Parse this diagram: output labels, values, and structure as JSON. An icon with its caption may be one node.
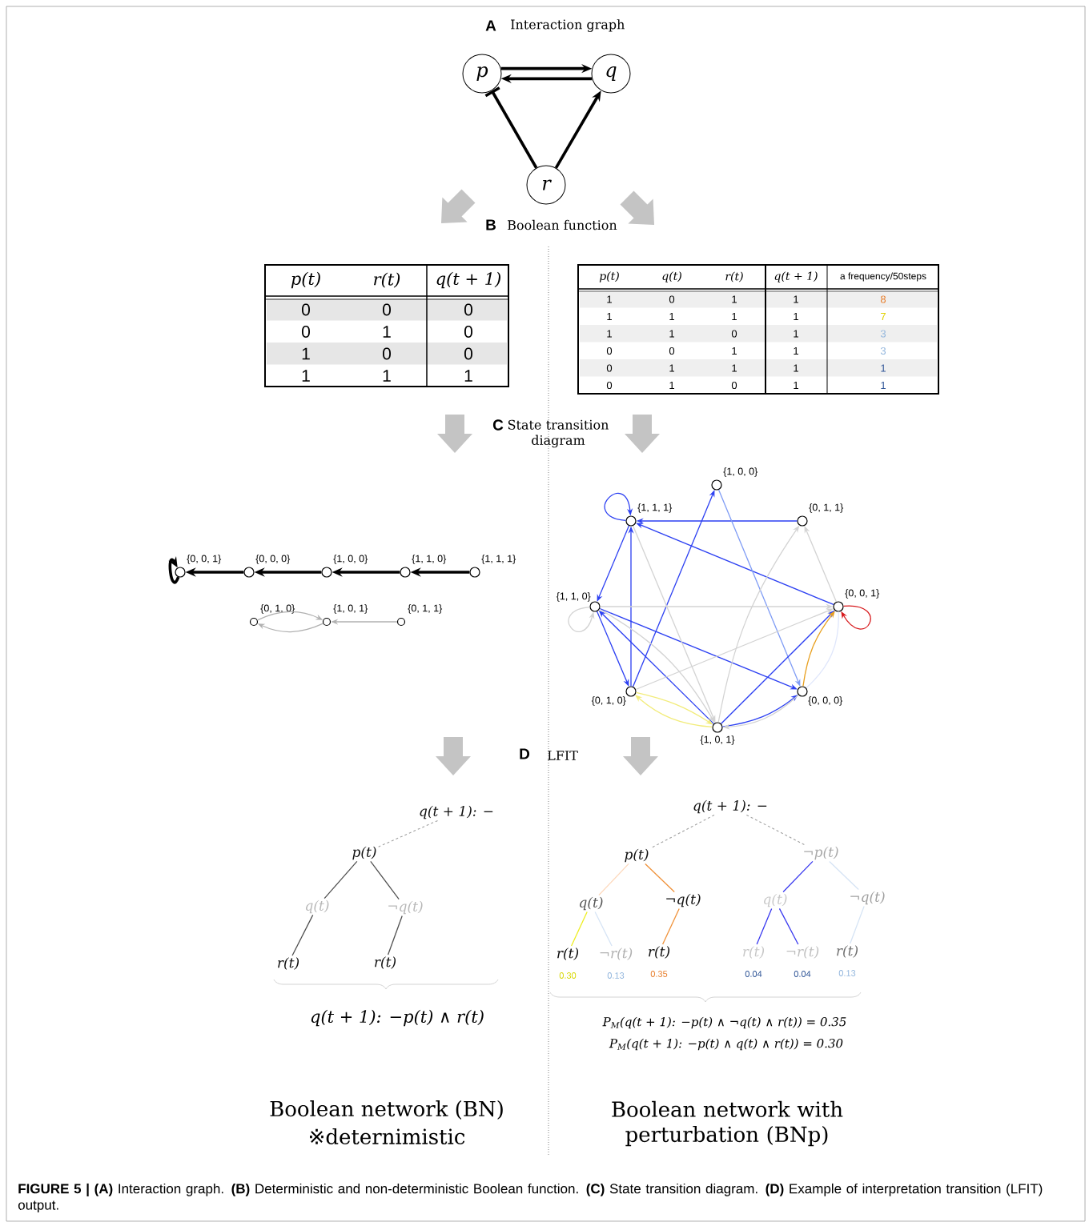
{
  "diagram": {
    "caption": "**FIGURE 5 | (A)** Interaction graph. **(B)** Deterministic and non-deterministic Boolean function. **(C)** State transition diagram. **(D)** Example of interpretation transition (LFIT) output.",
    "nodes": [
      {
        "text": [
          "p"
        ]
      },
      {
        "text": [
          "q"
        ]
      },
      {
        "text": [
          "r"
        ]
      },
      {
        "text": [],
        "shape": "circle",
        "beside": [
          "{0, 0, 1}"
        ]
      },
      {
        "text": [],
        "shape": "circle",
        "beside": [
          "{0, 0, 0}"
        ]
      },
      {
        "text": [],
        "shape": "circle",
        "beside": [
          "{1, 0, 0}"
        ]
      },
      {
        "text": [],
        "shape": "circle",
        "beside": [
          "{1, 1, 0}"
        ]
      },
      {
        "text": [],
        "shape": "circle",
        "beside": [
          "{1, 1, 1}"
        ]
      },
      {
        "text": [],
        "shape": "circle",
        "beside": [
          "{0, 1, 0}"
        ]
      },
      {
        "text": [],
        "shape": "circle",
        "beside": [
          "{1, 0, 1}"
        ]
      },
      {
        "text": [],
        "shape": "circle",
        "beside": [
          "{0, 1, 1}"
        ]
      },
      {
        "text": [],
        "shape": "circle",
        "beside": [
          "{1, 0, 0}"
        ]
      },
      {
        "text": [],
        "shape": "circle",
        "beside": [
          "{1, 1, 1}"
        ]
      },
      {
        "text": [],
        "shape": "circle",
        "beside": [
          "{0, 1, 1}"
        ]
      },
      {
        "text": [],
        "shape": "circle",
        "beside": [
          "{1, 1, 0}"
        ]
      },
      {
        "text": [],
        "shape": "circle",
        "beside": [
          "{0, 0, 1}"
        ]
      },
      {
        "text": [],
        "shape": "circle",
        "beside": [
          "{0, 1, 0}"
        ]
      },
      {
        "text": [],
        "shape": "circle",
        "beside": [
          "{0, 0, 0}"
        ]
      },
      {
        "text": [],
        "shape": "circle",
        "beside": [
          "{1, 0, 1}"
        ]
      },
      {
        "text": [
          "q(t + 1): −"
        ]
      },
      {
        "text": [
          "p(t)"
        ]
      },
      {
        "text": [
          "q(t)"
        ]
      },
      {
        "text": [
          "¬q(t)"
        ]
      },
      {
        "text": [
          "r(t)"
        ]
      },
      {
        "text": [
          "r(t)"
        ]
      },
      {
        "text": [
          "q(t + 1): −"
        ]
      },
      {
        "text": [
          "p(t)"
        ]
      },
      {
        "text": [
          "¬p(t)"
        ]
      },
      {
        "text": [
          "q(t)"
        ]
      },
      {
        "text": [
          "¬q(t)"
        ]
      },
      {
        "text": [
          "q(t)"
        ]
      },
      {
        "text": [
          "¬q(t)"
        ]
      },
      {
        "text": [
          "r(t)"
        ],
        "beside": [
          "0.30"
        ]
      },
      {
        "text": [
          "¬r(t)"
        ],
        "beside": [
          "0.13"
        ]
      },
      {
        "text": [
          "r(t)"
        ],
        "beside": [
          "0.35"
        ]
      },
      {
        "text": [
          "r(t)"
        ],
        "beside": [
          "0.04"
        ]
      },
      {
        "text": [
          "¬r(t)"
        ],
        "beside": [
          "0.04"
        ]
      },
      {
        "text": [
          "r(t)"
        ],
        "beside": [
          "0.13"
        ]
      }
    ],
    "edges": [
      {
        "from": 0,
        "to": 1,
        "arrow": "to",
        "style": "thick",
        "color": "#000000"
      },
      {
        "from": 1,
        "to": 0,
        "arrow": "to",
        "style": "thick",
        "color": "#000000"
      },
      {
        "from": 2,
        "to": 0,
        "arrow": "other",
        "style": "thick",
        "color": "#000000"
      },
      {
        "from": 2,
        "to": 1,
        "arrow": "to",
        "style": "thick",
        "color": "#000000"
      },
      {
        "from": 7,
        "to": 6,
        "arrow": "to",
        "style": "thick",
        "color": "#000000"
      },
      {
        "from": 6,
        "to": 5,
        "arrow": "to",
        "style": "thick",
        "color": "#000000"
      },
      {
        "from": 5,
        "to": 4,
        "arrow": "to",
        "style": "thick",
        "color": "#000000"
      },
      {
        "from": 4,
        "to": 3,
        "arrow": "to",
        "style": "thick",
        "color": "#000000"
      },
      {
        "from": 3,
        "to": 3,
        "arrow": "to",
        "style": "thick",
        "color": "#000000"
      },
      {
        "from": 10,
        "to": 9,
        "arrow": "to",
        "color": "#b0b0b0"
      },
      {
        "from": 8,
        "to": 9,
        "arrow": "to",
        "color": "#b0b0b0"
      },
      {
        "from": 9,
        "to": 8,
        "arrow": "to",
        "color": "#b0b0b0"
      },
      {
        "from": 12,
        "to": 12,
        "arrow": "to",
        "color": "#2b3ff2"
      },
      {
        "from": 13,
        "to": 12,
        "arrow": "to",
        "color": "#2b3ff2"
      },
      {
        "from": 15,
        "to": 12,
        "arrow": "to",
        "color": "#2b3ff2"
      },
      {
        "from": 12,
        "to": 14,
        "arrow": "to",
        "color": "#2b3ff2"
      },
      {
        "from": 16,
        "to": 12,
        "arrow": "to",
        "color": "#2b3ff2"
      },
      {
        "from": 16,
        "to": 11,
        "arrow": "to",
        "color": "#2b3ff2"
      },
      {
        "from": 11,
        "to": 17,
        "arrow": "to",
        "color": "#7f9cf5"
      },
      {
        "from": 14,
        "to": 16,
        "arrow": "to",
        "color": "#2b3ff2"
      },
      {
        "from": 18,
        "to": 14,
        "arrow": "to",
        "color": "#2b3ff2"
      },
      {
        "from": 14,
        "to": 17,
        "arrow": "to",
        "color": "#2b3ff2"
      },
      {
        "from": 18,
        "to": 17,
        "arrow": "to",
        "color": "#2b3ff2"
      },
      {
        "from": 18,
        "to": 15,
        "arrow": "to",
        "color": "#2b3ff2"
      },
      {
        "from": 15,
        "to": 15,
        "arrow": "to",
        "color": "#d7191c"
      },
      {
        "from": 17,
        "to": 15,
        "arrow": "to",
        "color": "#e8a020"
      },
      {
        "from": 18,
        "to": 16,
        "arrow": "to",
        "color": "#f2ec7a"
      },
      {
        "from": 16,
        "to": 18,
        "arrow": "to",
        "color": "#f2ec7a"
      },
      {
        "from": 14,
        "to": 14,
        "arrow": "to",
        "color": "#d3d3d3"
      },
      {
        "from": 14,
        "to": 15,
        "arrow": "to",
        "color": "#d3d3d3"
      },
      {
        "from": 16,
        "to": 15,
        "arrow": "to",
        "color": "#d3d3d3"
      },
      {
        "from": 18,
        "to": 13,
        "arrow": "to",
        "color": "#d3d3d3"
      },
      {
        "from": 15,
        "to": 13,
        "arrow": "to",
        "color": "#d3d3d3"
      },
      {
        "from": 12,
        "to": 18,
        "arrow": "to",
        "color": "#d3d3d3"
      },
      {
        "from": 14,
        "to": 18,
        "arrow": "to",
        "color": "#d3d3d3"
      },
      {
        "from": 17,
        "to": 18,
        "arrow": "to",
        "color": "#d3d3d3"
      },
      {
        "from": 17,
        "to": 15,
        "arrow": "none",
        "color": "#dfe6fb"
      },
      {
        "from": 19,
        "to": 20,
        "arrow": "none",
        "style": "dashed",
        "color": "#a0a0a0"
      },
      {
        "from": 20,
        "to": 21,
        "arrow": "none",
        "color": "#505050"
      },
      {
        "from": 20,
        "to": 22,
        "arrow": "none",
        "color": "#505050"
      },
      {
        "from": 21,
        "to": 23,
        "arrow": "none",
        "color": "#505050"
      },
      {
        "from": 22,
        "to": 24,
        "arrow": "none",
        "color": "#505050"
      },
      {
        "from": 25,
        "to": 26,
        "arrow": "none",
        "style": "dashed",
        "color": "#a0a0a0"
      },
      {
        "from": 25,
        "to": 27,
        "arrow": "none",
        "style": "dashed",
        "color": "#a0a0a0"
      },
      {
        "from": 26,
        "to": 28,
        "arrow": "none",
        "color": "#fdd9bd"
      },
      {
        "from": 26,
        "to": 29,
        "arrow": "none",
        "color": "#f0923a"
      },
      {
        "from": 28,
        "to": 32,
        "arrow": "none",
        "color": "#eeee22"
      },
      {
        "from": 28,
        "to": 33,
        "arrow": "none",
        "color": "#d6e4f5"
      },
      {
        "from": 29,
        "to": 34,
        "arrow": "none",
        "color": "#f0923a"
      },
      {
        "from": 27,
        "to": 30,
        "arrow": "none",
        "color": "#3a3af0"
      },
      {
        "from": 27,
        "to": 31,
        "arrow": "none",
        "color": "#d6e4f5"
      },
      {
        "from": 30,
        "to": 35,
        "arrow": "none",
        "color": "#3a3af0"
      },
      {
        "from": 30,
        "to": 36,
        "arrow": "none",
        "color": "#3a3af0"
      },
      {
        "from": 31,
        "to": 37,
        "arrow": "none",
        "color": "#d6e4f5"
      }
    ],
    "labels": [
      "A",
      "Interaction graph",
      "B",
      "Boolean function",
      "p(t)",
      "r(t)",
      "q(t + 1)",
      "0",
      "0",
      "0",
      "0",
      "1",
      "0",
      "1",
      "0",
      "0",
      "1",
      "1",
      "1",
      "p(t)",
      "q(t)",
      "r(t)",
      "q(t + 1)",
      "a frequency/50steps",
      "1",
      "0",
      "1",
      "1",
      "8",
      "1",
      "1",
      "1",
      "1",
      "7",
      "1",
      "1",
      "0",
      "1",
      "3",
      "0",
      "0",
      "1",
      "1",
      "3",
      "0",
      "1",
      "1",
      "1",
      "1",
      "0",
      "1",
      "0",
      "1",
      "1",
      "C",
      "State transition diagram",
      "D",
      "LFIT",
      "q(t + 1): −p(t) ∧ r(t)",
      "P$_{M}$(q(t + 1): −p(t) ∧ ¬q(t) ∧ r(t)) = 0.35",
      "P$_{M}$(q(t + 1): −p(t) ∧ q(t) ∧ r(t)) = 0.30",
      "Boolean network (BN)",
      "※deternimistic",
      "Boolean network with perturbation (BNp)"
    ]
  }
}
